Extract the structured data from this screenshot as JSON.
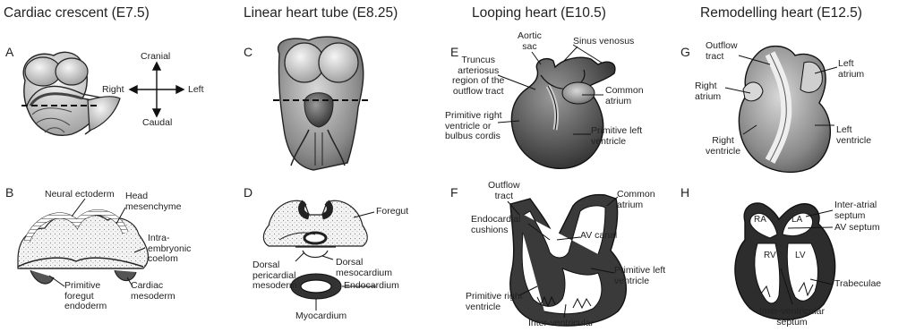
{
  "stages": [
    {
      "title": "Cardiac crescent (E7.5)"
    },
    {
      "title": "Linear heart tube (E8.25)"
    },
    {
      "title": "Looping heart (E10.5)"
    },
    {
      "title": "Remodelling heart (E12.5)"
    }
  ],
  "panels": [
    "A",
    "B",
    "C",
    "D",
    "E",
    "F",
    "G",
    "H"
  ],
  "axes": {
    "cranial": "Cranial",
    "caudal": "Caudal",
    "right": "Right",
    "left": "Left"
  },
  "labels_b": {
    "neural_ectoderm": "Neural ectoderm",
    "head_mesenchyme": "Head\nmesenchyme",
    "intra_embryonic_coelom": "Intra-\nembryonic\ncoelom",
    "primitive_foregut_endoderm": "Primitive\nforegut\nendoderm",
    "cardiac_mesoderm": "Cardiac\nmesoderm"
  },
  "labels_d": {
    "foregut": "Foregut",
    "dorsal_pericardial_mesoderm": "Dorsal\npericardial\nmesoderm",
    "dorsal_mesocardium": "Dorsal\nmesocardium",
    "endocardium": "Endocardium",
    "myocardium": "Myocardium"
  },
  "labels_e": {
    "aortic_sac": "Aortic\nsac",
    "sinus_venosus": "Sinus venosus",
    "truncus": "Truncus\narteriosus\nregion of the\noutflow tract",
    "common_atrium": "Common\natrium",
    "primitive_right_ventricle": "Primitive right\nventricle or\nbulbus cordis",
    "primitive_left_ventricle": "Primitive left\nventricle"
  },
  "labels_f": {
    "outflow_tract": "Outflow\ntract",
    "common_atrium": "Common\natrium",
    "endocardial_cushions": "Endocardial\ncushions",
    "av_canal": "AV canal",
    "primitive_left_ventricle": "Primitive left\nventricle",
    "primitive_right_ventricle": "Primitive right\nventricle",
    "inter_ventricular": "Inter-ventricular"
  },
  "labels_g": {
    "outflow_tract": "Outflow\ntract",
    "left_atrium": "Left\natrium",
    "right_atrium": "Right\natrium",
    "right_ventricle": "Right\nventricle",
    "left_ventricle": "Left\nventricle"
  },
  "labels_h": {
    "ra": "RA",
    "la": "LA",
    "rv": "RV",
    "lv": "LV",
    "inter_atrial_septum": "Inter-atrial\nseptum",
    "av_septum": "AV septum",
    "trabeculae": "Trabeculae",
    "inter_ventricular_septum": "Inter-ventricular\nseptum"
  }
}
